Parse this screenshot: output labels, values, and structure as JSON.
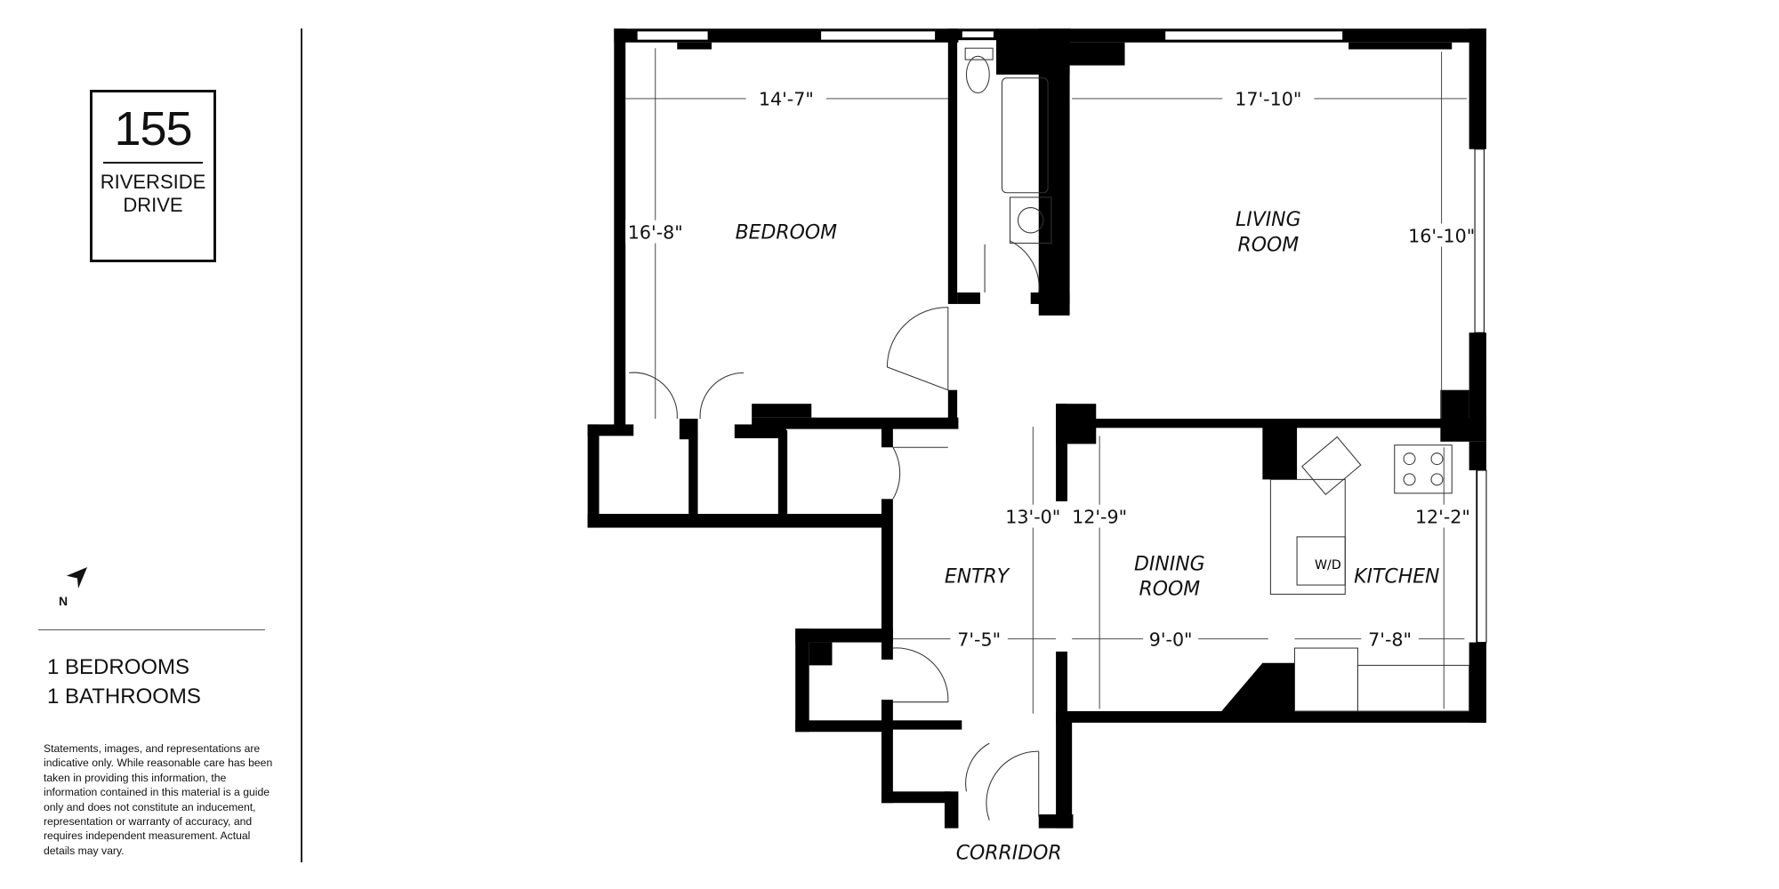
{
  "logo": {
    "number": "155",
    "street_line1": "RIVERSIDE",
    "street_line2": "DRIVE"
  },
  "compass": {
    "label": "N",
    "icon": "north-arrow-icon"
  },
  "summary": {
    "bedrooms": "1 BEDROOMS",
    "bathrooms": "1 BATHROOMS"
  },
  "disclaimer": "Statements, images, and representations are indicative only. While reasonable care has been taken in providing this information, the information contained in this material is a guide only and does not constitute an inducement, representation or warranty of accuracy, and requires independent measurement. Actual details may vary.",
  "rooms": {
    "bedroom": "BEDROOM",
    "living1": "LIVING",
    "living2": "ROOM",
    "entry": "ENTRY",
    "dining1": "DINING",
    "dining2": "ROOM",
    "kitchen": "KITCHEN",
    "corridor": "CORRIDOR",
    "wd": "W/D"
  },
  "dimensions": {
    "bedroom_w": "14'-7\"",
    "bedroom_h": "16'-8\"",
    "living_w": "17'-10\"",
    "living_h": "16'-10\"",
    "entry_h": "13'-0\"",
    "dining_h": "12'-9\"",
    "entry_w": "7'-5\"",
    "dining_w": "9'-0\"",
    "kitchen_w": "7'-8\"",
    "kitchen_h": "12'-2\""
  }
}
